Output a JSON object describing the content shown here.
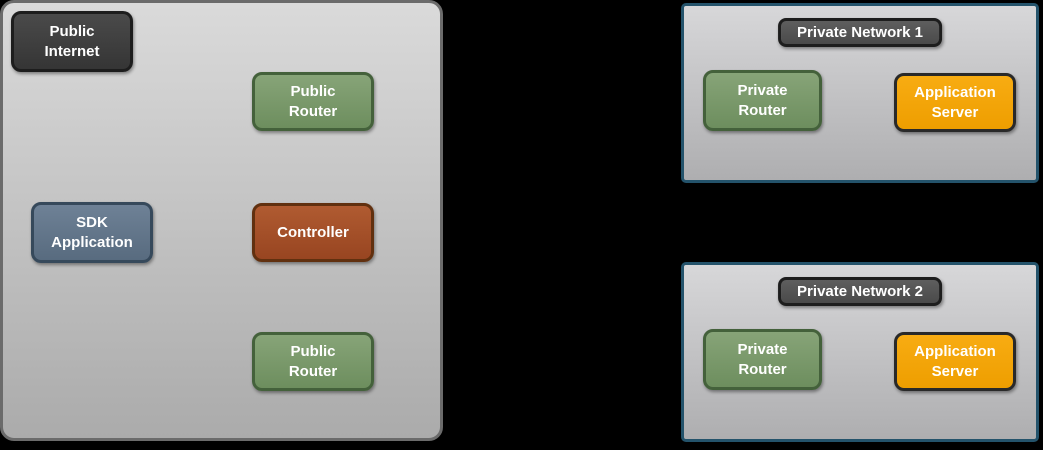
{
  "background": "#000000",
  "palette": {
    "zone": {
      "top": "#dadada",
      "bottom": "#ababab",
      "border": "#6b6b6b"
    },
    "network": {
      "top": "#d7d7d9",
      "bottom": "#aeaeb0",
      "border": "#24536b"
    },
    "dark": {
      "top": "#4a4a4a",
      "bottom": "#353535",
      "border": "#1d1d1d"
    },
    "green": {
      "top": "#87a478",
      "bottom": "#6d8e5e",
      "border": "#44613b"
    },
    "slate": {
      "top": "#6e8196",
      "bottom": "#586b7f",
      "border": "#36495b"
    },
    "rust": {
      "top": "#b05b31",
      "bottom": "#984521",
      "border": "#61300f"
    },
    "amber": {
      "top": "#f8ac12",
      "bottom": "#ee9e00",
      "border": "#292929"
    },
    "tag": {
      "top": "#5e5e5e",
      "bottom": "#4a4a4a",
      "border": "#1d1d1d"
    },
    "text": {
      "color": "#ffffff"
    }
  },
  "public_zone": {
    "public_internet": "Public\nInternet",
    "public_router_top": "Public\nRouter",
    "sdk_application": "SDK\nApplication",
    "controller": "Controller",
    "public_router_bottom": "Public\nRouter"
  },
  "private_network_1": {
    "title": "Private Network 1",
    "private_router": "Private\nRouter",
    "application_server": "Application\nServer"
  },
  "private_network_2": {
    "title": "Private Network 2",
    "private_router": "Private\nRouter",
    "application_server": "Application\nServer"
  }
}
